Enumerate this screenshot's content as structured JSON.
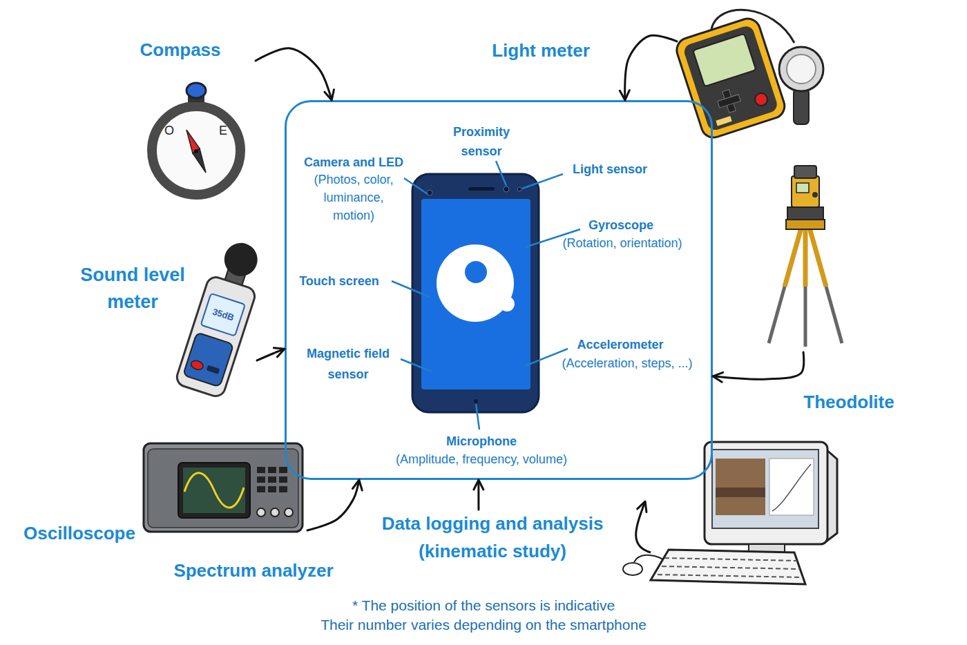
{
  "diagram": {
    "nodes": [
      {
        "text": [
          "Compass"
        ]
      },
      {
        "text": [
          "Light meter"
        ]
      },
      {
        "text": [
          "Proximity sensor",
          "Camera and LED",
          "(Photos, color, luminance, motion)",
          "Light sensor",
          "Gyroscope",
          "(Rotation, orientation)",
          "Touch screen",
          "Magnetic field sensor",
          "Accelerometer",
          "(Acceleration, steps, ...)",
          "Microphone",
          "(Amplitude, frequency, volume)"
        ]
      },
      {
        "text": [
          "Sound level meter"
        ]
      },
      {
        "text": [
          "Theodolite"
        ]
      },
      {
        "text": [
          "Oscilloscope",
          "Spectrum analyzer"
        ]
      },
      {
        "text": [
          "Data logging and analysis (kinematic study)"
        ]
      }
    ],
    "edges": [
      {
        "from": 0,
        "to": 2,
        "arrow": "to"
      },
      {
        "from": 1,
        "to": 2,
        "arrow": "to"
      },
      {
        "from": 3,
        "to": 2,
        "arrow": "to"
      },
      {
        "from": 4,
        "to": 2,
        "arrow": "to"
      },
      {
        "from": 5,
        "to": 2,
        "arrow": "to"
      },
      {
        "from": 6,
        "to": 2,
        "arrow": "to"
      }
    ],
    "labels": [
      "O",
      "E",
      "35dB",
      "* The position of the sensors is indicative",
      "Their number varies depending on the smartphone"
    ]
  }
}
